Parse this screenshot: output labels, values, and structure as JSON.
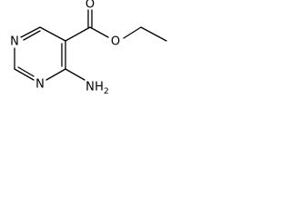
{
  "molecule": {
    "atoms": {
      "ring_n_top": "N",
      "ring_n_bottom": "N",
      "carbonyl_o": "O",
      "ester_o": "O",
      "amino_n": "N",
      "amino_h": "H",
      "amino_h_count": "2"
    }
  },
  "colors": {
    "bond": "#000000",
    "label": "#000000",
    "background": "#ffffff"
  }
}
